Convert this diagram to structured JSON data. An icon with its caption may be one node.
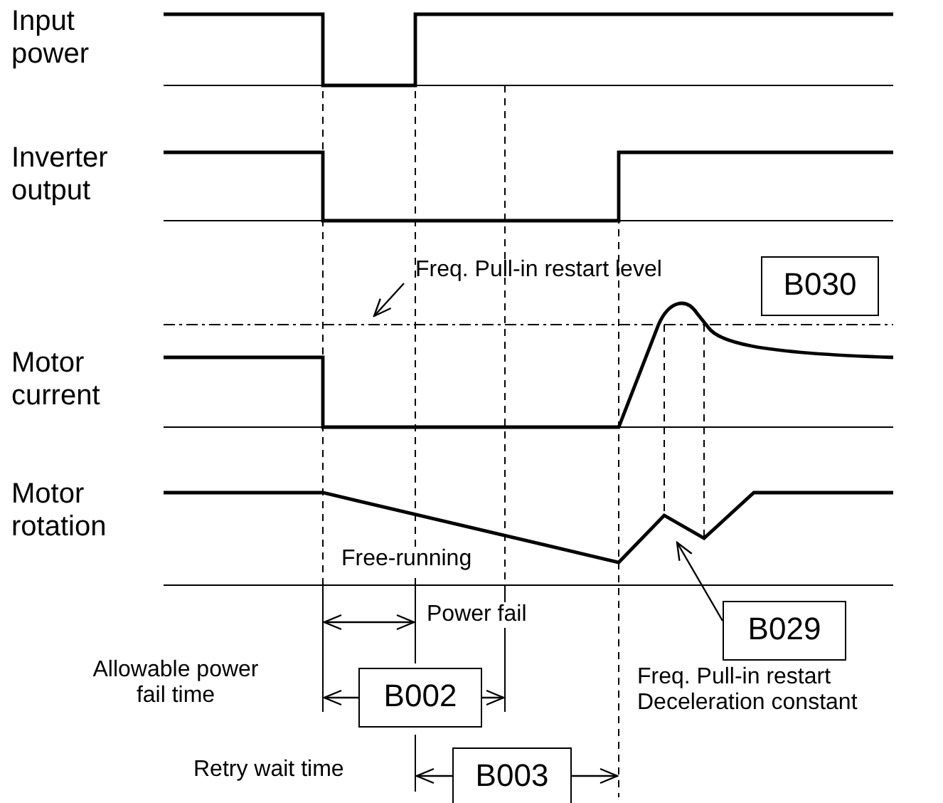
{
  "diagram": {
    "nodes": [
      {
        "text": [
          "Freq. Pull-in restart level"
        ]
      },
      {
        "text": [
          "B030"
        ]
      },
      {
        "text": [
          "B029"
        ],
        "beside": [
          "Freq. Pull-in restart Deceleration constant"
        ]
      },
      {
        "text": [
          "B002"
        ]
      },
      {
        "text": [
          "B003"
        ]
      }
    ],
    "edges": [
      {
        "from": 0,
        "to": null,
        "arrow": "to"
      },
      {
        "from": 2,
        "to": null,
        "arrow": "to"
      }
    ],
    "labels": [
      "Input power",
      "Inverter output",
      "Motor current",
      "Motor rotation",
      "Free-running",
      "Power fail",
      "Allowable power fail time",
      "Retry wait time"
    ]
  }
}
